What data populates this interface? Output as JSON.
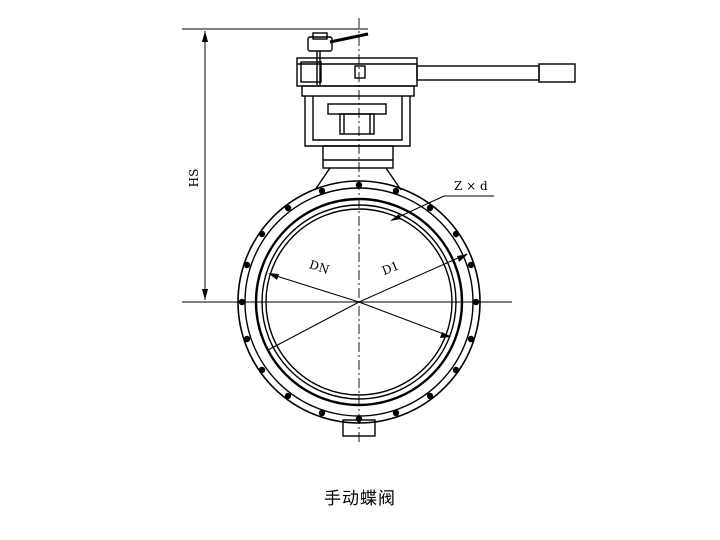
{
  "labels": {
    "height": "HS",
    "nominal_diameter": "DN",
    "bolt_circle": "D1",
    "bolt_spec": "Z × d"
  },
  "caption": "手动蝶阀",
  "colors": {
    "line": "#000000",
    "background": "#ffffff"
  }
}
